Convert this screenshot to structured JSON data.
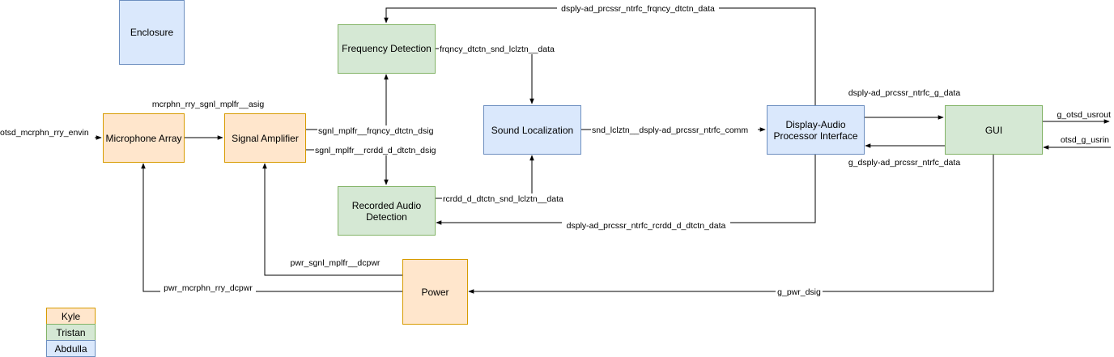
{
  "colors": {
    "orange_fill": "#ffe6cc",
    "orange_stroke": "#d79b00",
    "green_fill": "#d5e8d4",
    "green_stroke": "#82b366",
    "blue_fill": "#dae8fc",
    "blue_stroke": "#6c8ebf",
    "edge": "#000000"
  },
  "nodes": {
    "enclosure": "Enclosure",
    "frequency_detection": "Frequency Detection",
    "microphone_array": "Microphone Array",
    "signal_amplifier": "Signal Amplifier",
    "sound_localization": "Sound Localization",
    "display_audio_line1": "Display-Audio",
    "display_audio_line2": "Processor Interface",
    "gui": "GUI",
    "recorded_audio_line1": "Recorded Audio",
    "recorded_audio_line2": "Detection",
    "power": "Power"
  },
  "legend": {
    "kyle": "Kyle",
    "tristan": "Tristan",
    "abdulla": "Abdulla"
  },
  "edges": {
    "top_feedback": "dsply-ad_prcssr_ntrfc_frqncy_dtctn_data",
    "freq_to_loc": "frqncy_dtctn_snd_lclztn__data",
    "mic_to_amp": "mcrphn_rry_sgnl_mplfr__asig",
    "env_to_mic": "otsd_mcrphn_rry_envin",
    "amp_to_freq": "sgnl_mplfr__frqncy_dtctn_dsig",
    "amp_to_rec": "sgnl_mplfr__rcrdd_d_dtctn_dsig",
    "loc_to_dapi": "snd_lclztn__dsply-ad_prcssr_ntrfc_comm",
    "dapi_to_gui": "dsply-ad_prcssr_ntrfc_g_data",
    "gui_to_dapi": "g_dsply-ad_prcssr_ntrfc_data",
    "gui_out": "g_otsd_usrout",
    "gui_in": "otsd_g_usrin",
    "rec_to_loc": "rcrdd_d_dtctn_snd_lclztn__data",
    "dapi_to_rec": "dsply-ad_prcssr_ntrfc_rcrdd_d_dtctn_data",
    "power_to_amp": "pwr_sgnl_mplfr__dcpwr",
    "power_to_mic": "pwr_mcrphn_rry_dcpwr",
    "gui_to_power": "g_pwr_dsig"
  }
}
